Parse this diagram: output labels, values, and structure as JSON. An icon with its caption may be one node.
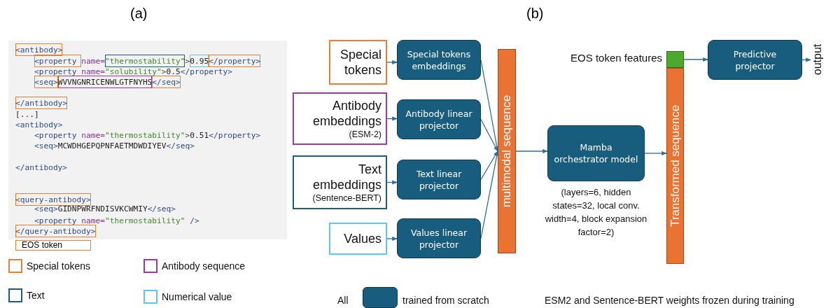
{
  "diagram": {
    "nodes": [
      {
        "text": [
          "Special tokens"
        ]
      },
      {
        "text": [
          "Special tokens embeddings"
        ]
      },
      {
        "text": [
          "Antibody embeddings",
          "(ESM-2)"
        ]
      },
      {
        "text": [
          "Antibody linear projector"
        ]
      },
      {
        "text": [
          "Text embeddings",
          "(Sentence-BERT)"
        ]
      },
      {
        "text": [
          "Text linear projector"
        ]
      },
      {
        "text": [
          "Values"
        ]
      },
      {
        "text": [
          "Values linear projector"
        ]
      },
      {
        "text": [
          "multimodal sequence"
        ]
      },
      {
        "text": [
          "Mamba orchestrator model"
        ],
        "beside": [
          "(layers=6, hidden states=32, local conv. width=4, block expansion factor=2)"
        ]
      },
      {
        "text": [
          "Transformed sequence"
        ]
      },
      {
        "text": [],
        "shape": "box",
        "beside": [
          "EOS token features"
        ]
      },
      {
        "text": [
          "Predictive projector"
        ]
      },
      {
        "text": [
          "output"
        ]
      }
    ],
    "edges": [
      {
        "from": 0,
        "to": 1,
        "arrow": "to"
      },
      {
        "from": 2,
        "to": 3,
        "arrow": "to"
      },
      {
        "from": 4,
        "to": 5,
        "arrow": "to"
      },
      {
        "from": 6,
        "to": 7,
        "arrow": "to"
      },
      {
        "from": 1,
        "to": 8,
        "arrow": "to"
      },
      {
        "from": 3,
        "to": 8,
        "arrow": "to"
      },
      {
        "from": 5,
        "to": 8,
        "arrow": "to"
      },
      {
        "from": 7,
        "to": 8,
        "arrow": "to"
      },
      {
        "from": 8,
        "to": 9,
        "arrow": "to"
      },
      {
        "from": 9,
        "to": 10,
        "arrow": "to"
      },
      {
        "from": 11,
        "to": 12,
        "arrow": "to"
      },
      {
        "from": 12,
        "to": 13,
        "arrow": "to"
      }
    ],
    "labels": [
      "(a)",
      "(b)",
      "<antibody>",
      "<property name=\"thermostability\">0.95</property>",
      "<property name=\"solubility\">0.5</property>",
      "<seq>WVVNGNRICENWLGTFNYHS</seq>",
      "</antibody>",
      "[...]",
      "<antibody>",
      "<property name=\"thermostability\">0.51</property>",
      "<seq>MCWDHGEPQPNFAETMDWDIYEV</seq>",
      "</antibody>",
      "<query-antibody>",
      "<seq>GIDNPWRFNDISVKCWMIY</seq>",
      "<property name=\"thermostability\" />",
      "</query-antibody>",
      "EOS token",
      "All",
      "ESM2 and Sentence-BERT weights frozen during training"
    ],
    "legend": [
      {
        "text": "Special tokens",
        "color": "#ed7d31"
      },
      {
        "text": "Antibody sequence",
        "color": "#9e3a9e"
      },
      {
        "text": "Text",
        "color": "#1f5c7a"
      },
      {
        "text": "Numerical value",
        "color": "#5bc8ef"
      },
      {
        "text": "trained from scratch",
        "color": "#185d7d"
      }
    ]
  }
}
